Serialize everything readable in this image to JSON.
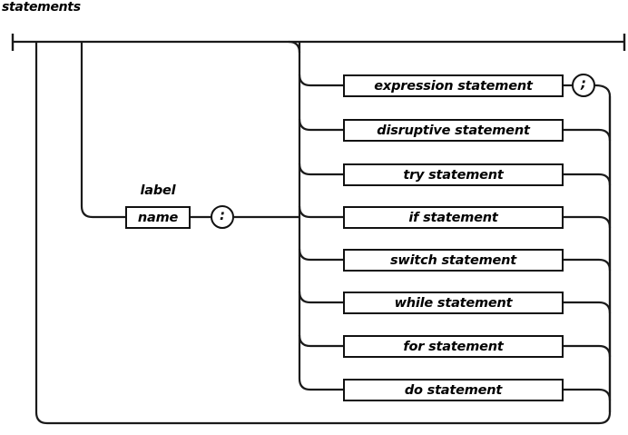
{
  "diagram": {
    "title": "statements",
    "type": "railroad-syntax-diagram",
    "stroke_color": "#1a1a1a",
    "box_border_color": "#111111",
    "background_color": "#ffffff",
    "start_terminator": "start-bar",
    "end_terminator": "end-bar"
  },
  "label_branch": {
    "caption": "label",
    "name_box": "name",
    "separator": ":"
  },
  "statements": [
    {
      "label": "expression statement",
      "suffix": ";"
    },
    {
      "label": "disruptive statement",
      "suffix": ""
    },
    {
      "label": "try statement",
      "suffix": ""
    },
    {
      "label": "if statement",
      "suffix": ""
    },
    {
      "label": "switch statement",
      "suffix": ""
    },
    {
      "label": "while statement",
      "suffix": ""
    },
    {
      "label": "for statement",
      "suffix": ""
    },
    {
      "label": "do statement",
      "suffix": ""
    }
  ]
}
